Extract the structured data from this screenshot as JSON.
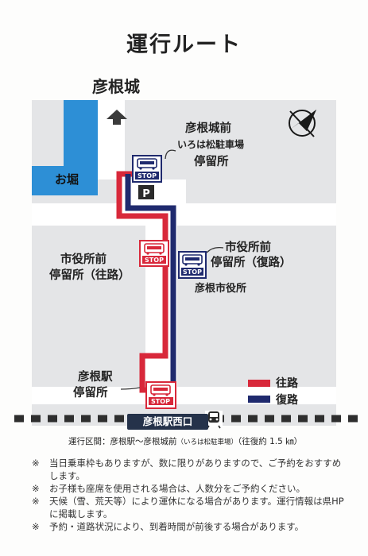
{
  "title": "運行ルート",
  "castle_label": "彦根城",
  "moat_label": "お堀",
  "stops": {
    "castle": {
      "name_line1": "彦根城前",
      "note": "いろは松駐車場",
      "name_line2": "停留所"
    },
    "city_hall_outbound": {
      "line1": "市役所前",
      "line2": "停留所（往路）"
    },
    "city_hall_return": {
      "line1": "市役所前",
      "line2": "停留所（復路）"
    },
    "station": {
      "line1": "彦根駅",
      "line2": "停留所"
    }
  },
  "stop_sign_text": "STOP",
  "parking_symbol": "P",
  "city_hall_label": "彦根市役所",
  "station_exit_label": "彦根駅西口",
  "legend": {
    "outbound": "往路",
    "return": "復路",
    "outbound_color": "#d8283a",
    "return_color": "#1f2a6e"
  },
  "section": {
    "prefix": "運行区間：彦根駅～彦根城前",
    "paren": "（いろは松駐車場）",
    "suffix": "（往復約 1.5 ㎞）"
  },
  "notes": [
    {
      "mark": "※",
      "text": "当日乗車枠もありますが、数に限りがありますので、ご予約をおすすめします。"
    },
    {
      "mark": "※",
      "text": "お子様も座席を使用される場合は、人数分をご予約ください。"
    },
    {
      "mark": "※",
      "text": "天候（雪、荒天等）により運休になる場合があります。運行情報は県HPに掲載します。"
    },
    {
      "mark": "※",
      "text": "予約・道路状況により、到着時間が前後する場合があります。"
    }
  ],
  "icons": [
    "bus-icon",
    "parking-icon",
    "train-icon",
    "compass-icon",
    "up-arrow-icon"
  ]
}
